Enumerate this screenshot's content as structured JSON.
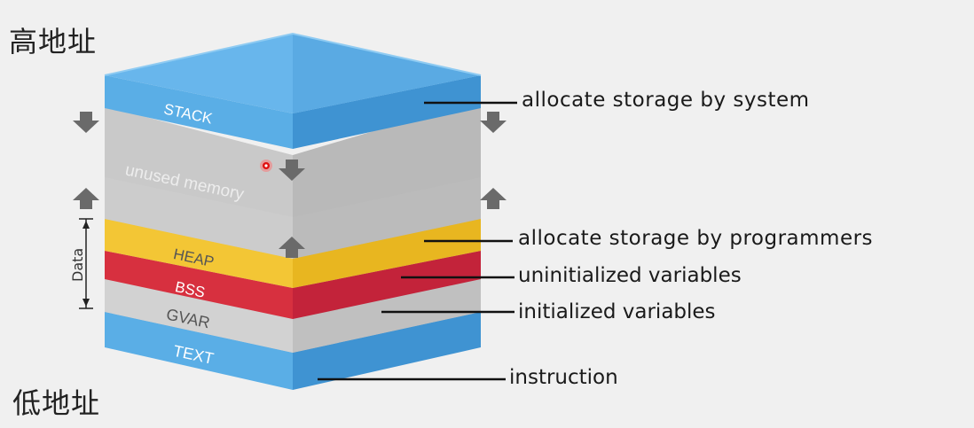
{
  "addresses": {
    "high": "高地址",
    "low": "低地址"
  },
  "segments": {
    "stack": "STACK",
    "unused": "unused memory",
    "heap": "HEAP",
    "bss": "BSS",
    "gvar": "GVAR",
    "text": "TEXT"
  },
  "data_bracket_label": "Data",
  "callouts": {
    "stack": "allocate storage by system",
    "heap": "allocate storage by programmers",
    "bss": "uninitialized variables",
    "gvar": "initialized variables",
    "text": "instruction"
  },
  "colors": {
    "blue": "#4ea3e0",
    "yellow": "#f2c230",
    "red": "#d0283c",
    "gray": "#c4c4c4",
    "arrow": "#6a6a6a"
  }
}
